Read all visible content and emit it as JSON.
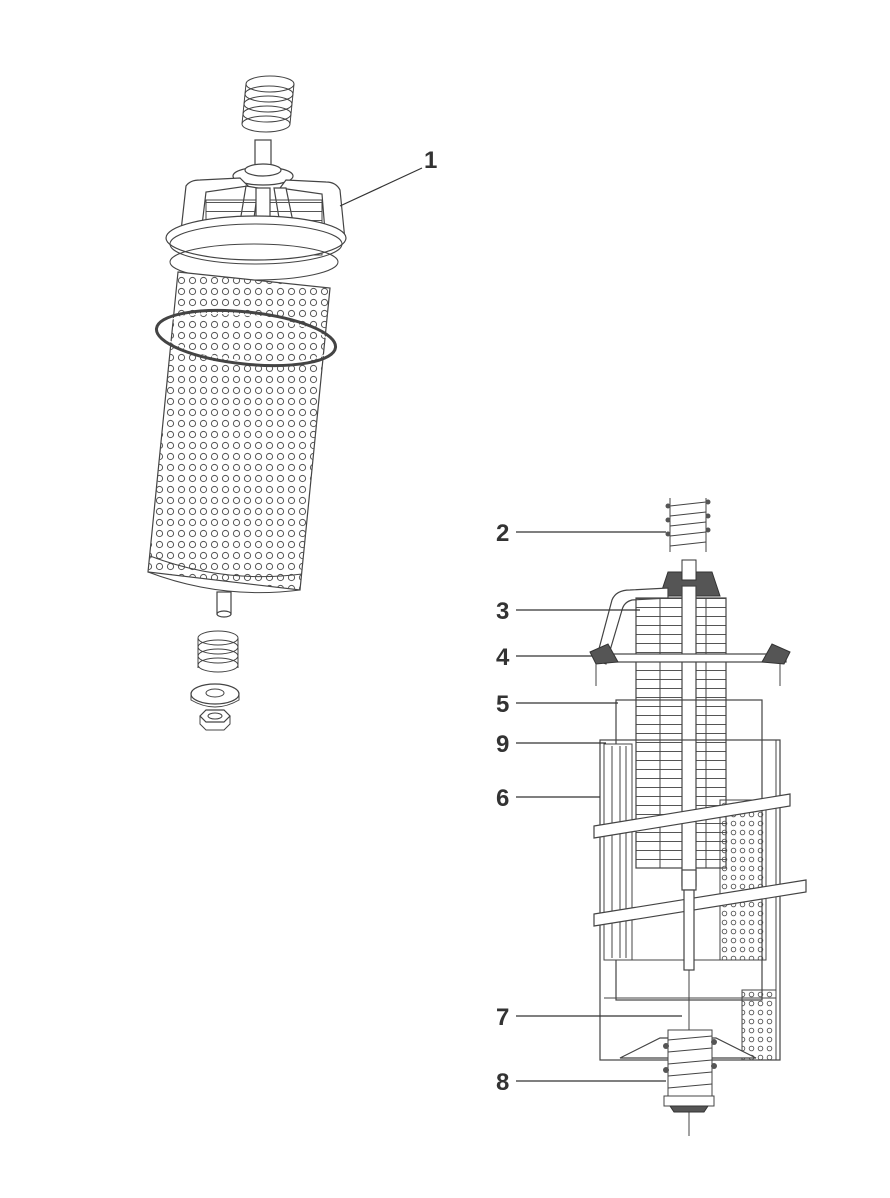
{
  "callouts": [
    {
      "id": "1",
      "label": "1"
    },
    {
      "id": "2",
      "label": "2"
    },
    {
      "id": "3",
      "label": "3"
    },
    {
      "id": "4",
      "label": "4"
    },
    {
      "id": "5",
      "label": "5"
    },
    {
      "id": "6",
      "label": "6"
    },
    {
      "id": "7",
      "label": "7"
    },
    {
      "id": "8",
      "label": "8"
    },
    {
      "id": "9",
      "label": "9"
    }
  ],
  "colors": {
    "line": "#444444",
    "text": "#333333",
    "fill_dark": "#555555",
    "background": "#ffffff"
  }
}
